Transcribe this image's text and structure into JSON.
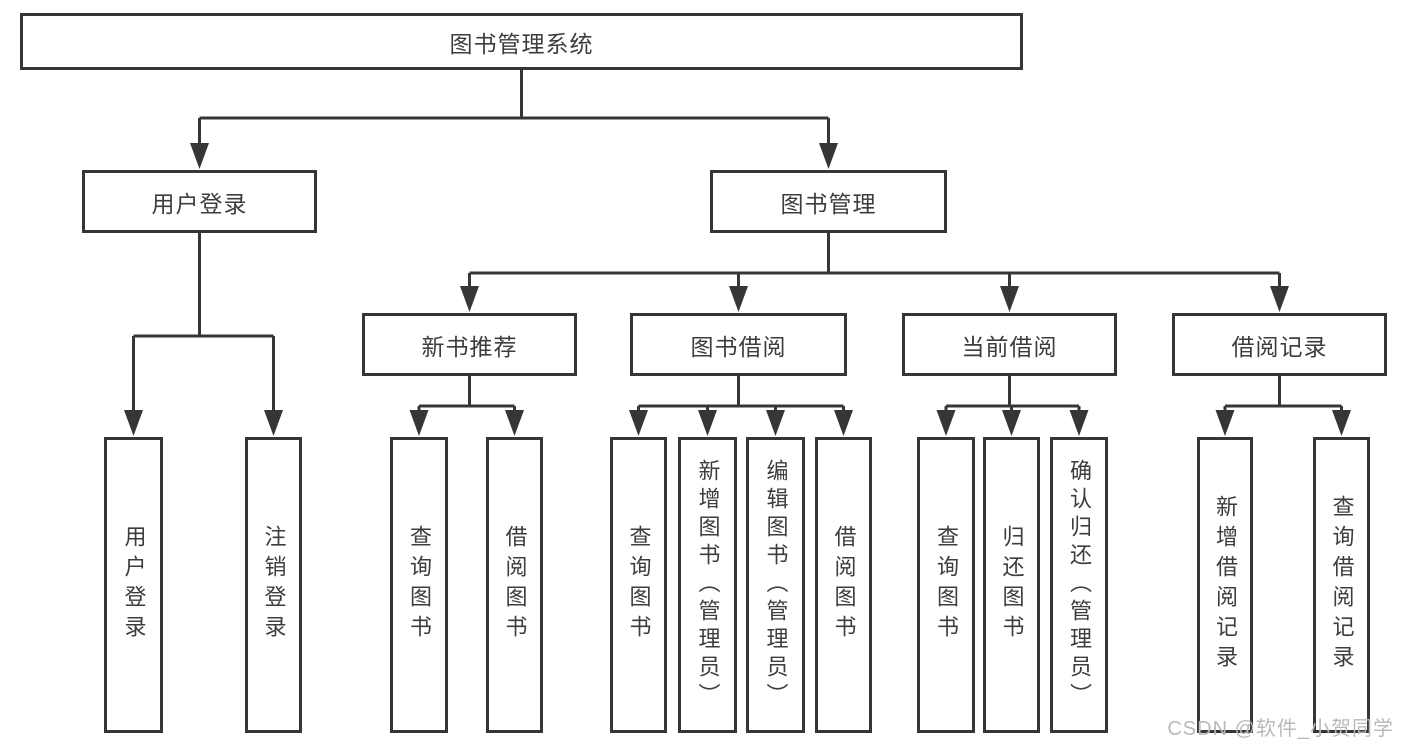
{
  "diagram": {
    "root": {
      "label": "图书管理系统"
    },
    "level2": [
      {
        "label": "用户登录"
      },
      {
        "label": "图书管理"
      }
    ],
    "level3": [
      {
        "label": "新书推荐"
      },
      {
        "label": "图书借阅"
      },
      {
        "label": "当前借阅"
      },
      {
        "label": "借阅记录"
      }
    ],
    "children": {
      "user_login": [
        "用户登录",
        "注销登录"
      ],
      "new_book_recommend": [
        "查询图书",
        "借阅图书"
      ],
      "book_borrowing": [
        "查询图书",
        "新增图书（管理员）",
        "编辑图书（管理员）",
        "借阅图书"
      ],
      "current_borrowing": [
        "查询图书",
        "归还图书",
        "确认归还（管理员）"
      ],
      "borrowing_records": [
        "新增借阅记录",
        "查询借阅记录"
      ]
    }
  },
  "watermark": {
    "text": "CSDN @软件_小贺同学"
  },
  "colors": {
    "line": "#363636",
    "text": "#3d3d3d",
    "watermark": "#b9b9b9",
    "background": "#ffffff"
  }
}
